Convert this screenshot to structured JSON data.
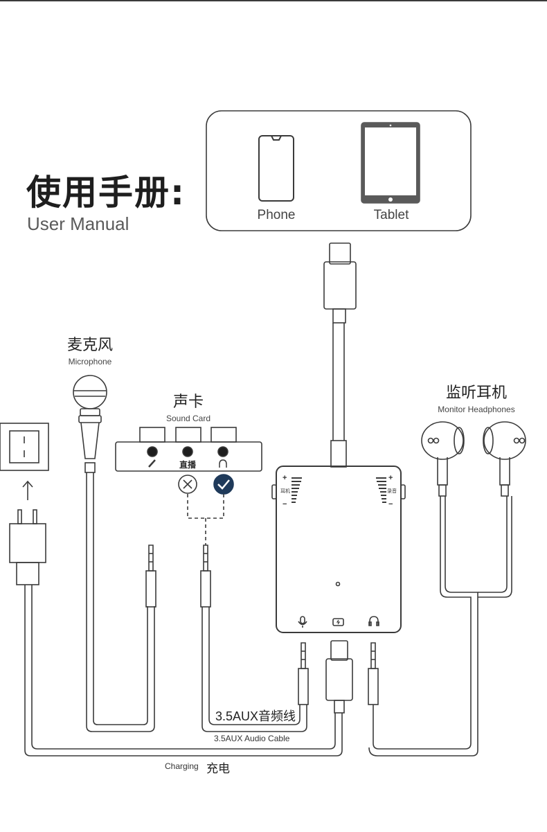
{
  "header": {
    "title_cn": "使用手册:",
    "title_en": "User Manual"
  },
  "devices": {
    "phone_label": "Phone",
    "tablet_label": "Tablet"
  },
  "microphone": {
    "label_cn": "麦克风",
    "label_en": "Microphone"
  },
  "sound_card": {
    "label_cn": "声卡",
    "label_en": "Sound Card",
    "port_live_label": "直播"
  },
  "headphones": {
    "label_cn": "监听耳机",
    "label_en": "Monitor Headphones"
  },
  "adapter": {
    "left_level_label": "耳机",
    "right_level_label": "录音",
    "plus_sign": "+",
    "minus_sign": "−"
  },
  "cables": {
    "aux_cn": "3.5AUX音频线",
    "aux_en": "3.5AUX Audio Cable",
    "charging_en": "Charging",
    "charging_cn": "充电"
  },
  "colors": {
    "line": "#3a3a3a",
    "check_fill": "#1f3a5a",
    "device_gray": "#595959"
  }
}
